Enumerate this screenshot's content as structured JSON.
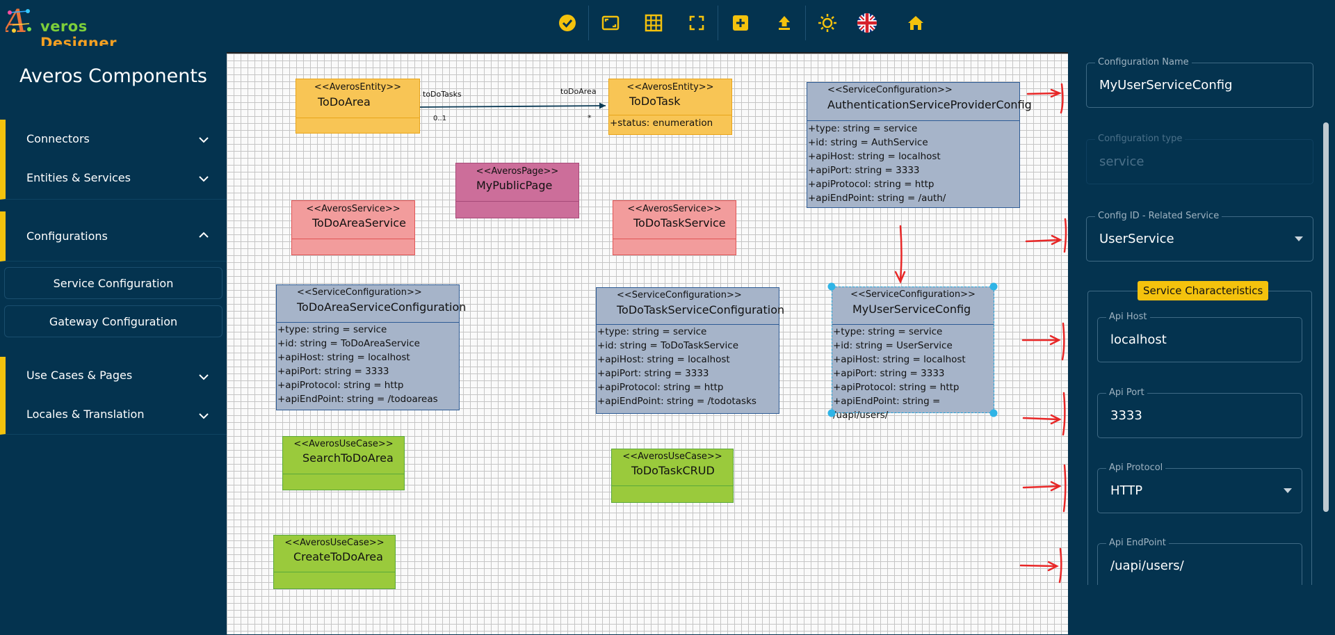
{
  "app": {
    "logo_first": "A",
    "logo_rest": "veros ",
    "logo_designer": "Designer"
  },
  "toolbar": {
    "icons": [
      "check-circle-icon",
      "fit-screen-icon",
      "grid-icon",
      "fullscreen-icon",
      "add-box-icon",
      "upload-icon",
      "brightness-icon",
      "flag-uk-icon",
      "home-icon"
    ]
  },
  "sidebar": {
    "title": "Averos Components",
    "items": [
      {
        "label": "Connectors"
      },
      {
        "label": "Entities & Services"
      },
      {
        "label": "Configurations"
      },
      {
        "label": "Use Cases & Pages"
      },
      {
        "label": "Locales & Translation"
      }
    ],
    "sub_items": [
      {
        "label": "Service Configuration"
      },
      {
        "label": "Gateway Configuration"
      }
    ]
  },
  "diagram": {
    "edge": {
      "source_label": "toDoTasks",
      "target_label": "toDoArea",
      "source_mult": "0..1",
      "target_mult": "*"
    },
    "entities": [
      {
        "stereotype": "<<AverosEntity>>",
        "name": "ToDoArea",
        "attrs": []
      },
      {
        "stereotype": "<<AverosEntity>>",
        "name": "ToDoTask",
        "attrs": [
          "+status: enumeration"
        ]
      }
    ],
    "page": {
      "stereotype": "<<AverosPage>>",
      "name": "MyPublicPage"
    },
    "services": [
      {
        "stereotype": "<<AverosService>>",
        "name": "ToDoAreaService"
      },
      {
        "stereotype": "<<AverosService>>",
        "name": "ToDoTaskService"
      }
    ],
    "configs": [
      {
        "stereotype": "<<ServiceConfiguration>>",
        "name": "AuthenticationServiceProviderConfig",
        "attrs": [
          "+type: string = service",
          "+id: string = AuthService",
          "+apiHost: string = localhost",
          "+apiPort: string = 3333",
          "+apiProtocol: string = http",
          "+apiEndPoint: string = /auth/"
        ]
      },
      {
        "stereotype": "<<ServiceConfiguration>>",
        "name": "ToDoAreaServiceConfiguration",
        "attrs": [
          "+type: string = service",
          "+id: string = ToDoAreaService",
          "+apiHost: string = localhost",
          "+apiPort: string = 3333",
          "+apiProtocol: string = http",
          "+apiEndPoint: string = /todoareas"
        ]
      },
      {
        "stereotype": "<<ServiceConfiguration>>",
        "name": "ToDoTaskServiceConfiguration",
        "attrs": [
          "+type: string = service",
          "+id: string = ToDoTaskService",
          "+apiHost: string = localhost",
          "+apiPort: string = 3333",
          "+apiProtocol: string = http",
          "+apiEndPoint: string = /todotasks"
        ]
      },
      {
        "stereotype": "<<ServiceConfiguration>>",
        "name": "MyUserServiceConfig",
        "attrs": [
          "+type: string = service",
          "+id: string = UserService",
          "+apiHost: string = localhost",
          "+apiPort: string = 3333",
          "+apiProtocol: string = http",
          "+apiEndPoint: string = /uapi/users/"
        ]
      }
    ],
    "usecases": [
      {
        "stereotype": "<<AverosUseCase>>",
        "name": "SearchToDoArea"
      },
      {
        "stereotype": "<<AverosUseCase>>",
        "name": "ToDoTaskCRUD"
      },
      {
        "stereotype": "<<AverosUseCase>>",
        "name": "CreateToDoArea"
      }
    ]
  },
  "panel": {
    "config_name": {
      "label": "Configuration Name",
      "value": "MyUserServiceConfig"
    },
    "config_type": {
      "label": "Configuration type",
      "value": "service"
    },
    "config_id": {
      "label": "Config ID - Related Service",
      "value": "UserService"
    },
    "section_title": "Service Characteristics",
    "api_host": {
      "label": "Api Host",
      "value": "localhost"
    },
    "api_port": {
      "label": "Api Port",
      "value": "3333"
    },
    "api_protocol": {
      "label": "Api Protocol",
      "value": "HTTP"
    },
    "api_endpoint": {
      "label": "Api EndPoint",
      "value": "/uapi/users/"
    }
  },
  "colors": {
    "bg": "#04334f",
    "accent": "#f4c20d",
    "entity": "#f8c555",
    "entity_border": "#e8a41a",
    "page": "#cc6e9a",
    "service": "#f29c9c",
    "service_border": "#e05555",
    "config": "#a6b4c9",
    "config_border": "#2c5a94",
    "usecase": "#9aca3c",
    "usecase_border": "#5aa83a",
    "annotation": "#e82727"
  }
}
